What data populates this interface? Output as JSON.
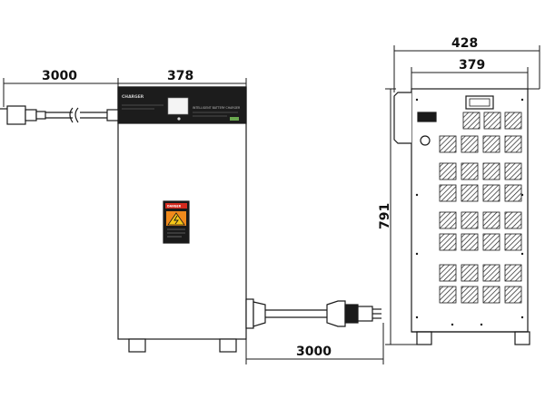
{
  "dimensions": {
    "front_width": "378",
    "input_cable_length": "3000",
    "output_cable_length": "3000",
    "side_depth_outer": "428",
    "side_depth_inner": "379",
    "height": "791"
  },
  "panel": {
    "brand": "CHARGER",
    "info_line": "INTELLIGENT BATTERY CHARGER"
  },
  "warning_label": {
    "title": "DANGER"
  },
  "colors": {
    "line": "#1a1a1a",
    "panel_bg": "#1c1c1c",
    "warning_orange": "#f08a1c",
    "warning_red": "#d42a1e"
  }
}
